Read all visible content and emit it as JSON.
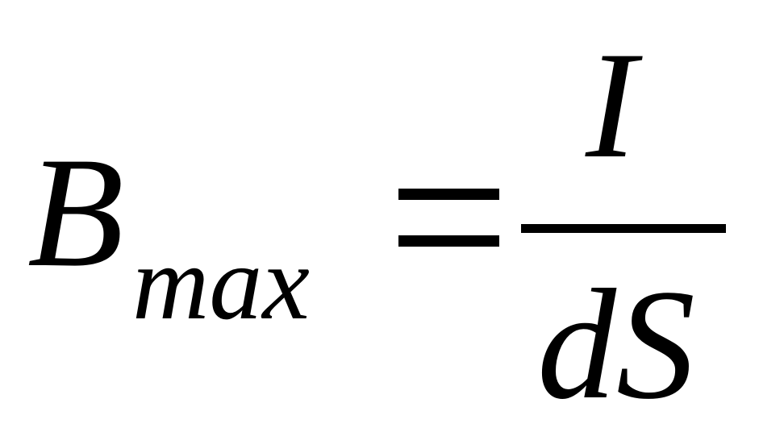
{
  "formula": {
    "lhs_symbol": "B",
    "lhs_subscript": "max",
    "operator": "=",
    "numerator": "I",
    "denominator": "dS"
  },
  "colors": {
    "text": "#000000",
    "background": "#ffffff"
  }
}
